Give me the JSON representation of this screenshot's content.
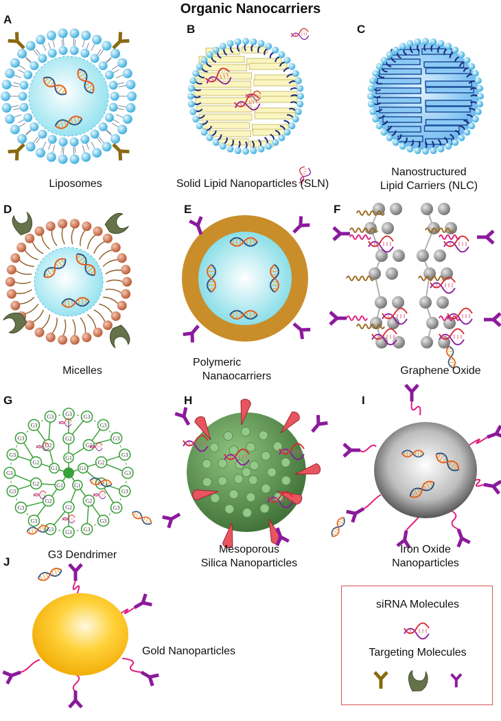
{
  "title": "Organic Nanocarriers",
  "panels": [
    {
      "letter": "A",
      "label": "Liposomes"
    },
    {
      "letter": "B",
      "label": "Solid Lipid Nanoparticles (SLN)"
    },
    {
      "letter": "C",
      "label_lines": [
        "Nanostructured",
        "Lipid Carriers (NLC)"
      ]
    },
    {
      "letter": "D",
      "label": "Micelles"
    },
    {
      "letter": "E",
      "label_lines": [
        "Polymeric",
        "Nanaocarriers"
      ]
    },
    {
      "letter": "F",
      "label": "Graphene Oxide"
    },
    {
      "letter": "G",
      "label": "G3 Dendrimer"
    },
    {
      "letter": "H",
      "label_lines": [
        "Mesoporous",
        "Silica Nanoparticles"
      ]
    },
    {
      "letter": "I",
      "label_lines": [
        "Iron Oxide",
        "Nanoparticles"
      ]
    },
    {
      "letter": "J",
      "label": "Gold Nanoparticles"
    }
  ],
  "dendrimer_generations": [
    "G1",
    "G2",
    "G3"
  ],
  "legend": {
    "sirna_label": "siRNA Molecules",
    "targeting_label": "Targeting Molecules"
  },
  "colors": {
    "lipid_head": "#5bc0eb",
    "core_blue": "#c8f1f8",
    "micelle_head": "#d2775a",
    "polymer_shell": "#c98e2a",
    "antibody_purple": "#8b1a9c",
    "antibody_brown": "#8a6a10",
    "dendrimer_green": "#3aa03a",
    "silica_green": "#4e8a43",
    "gold": "#f5b800",
    "linker_pink": "#e0207f"
  }
}
